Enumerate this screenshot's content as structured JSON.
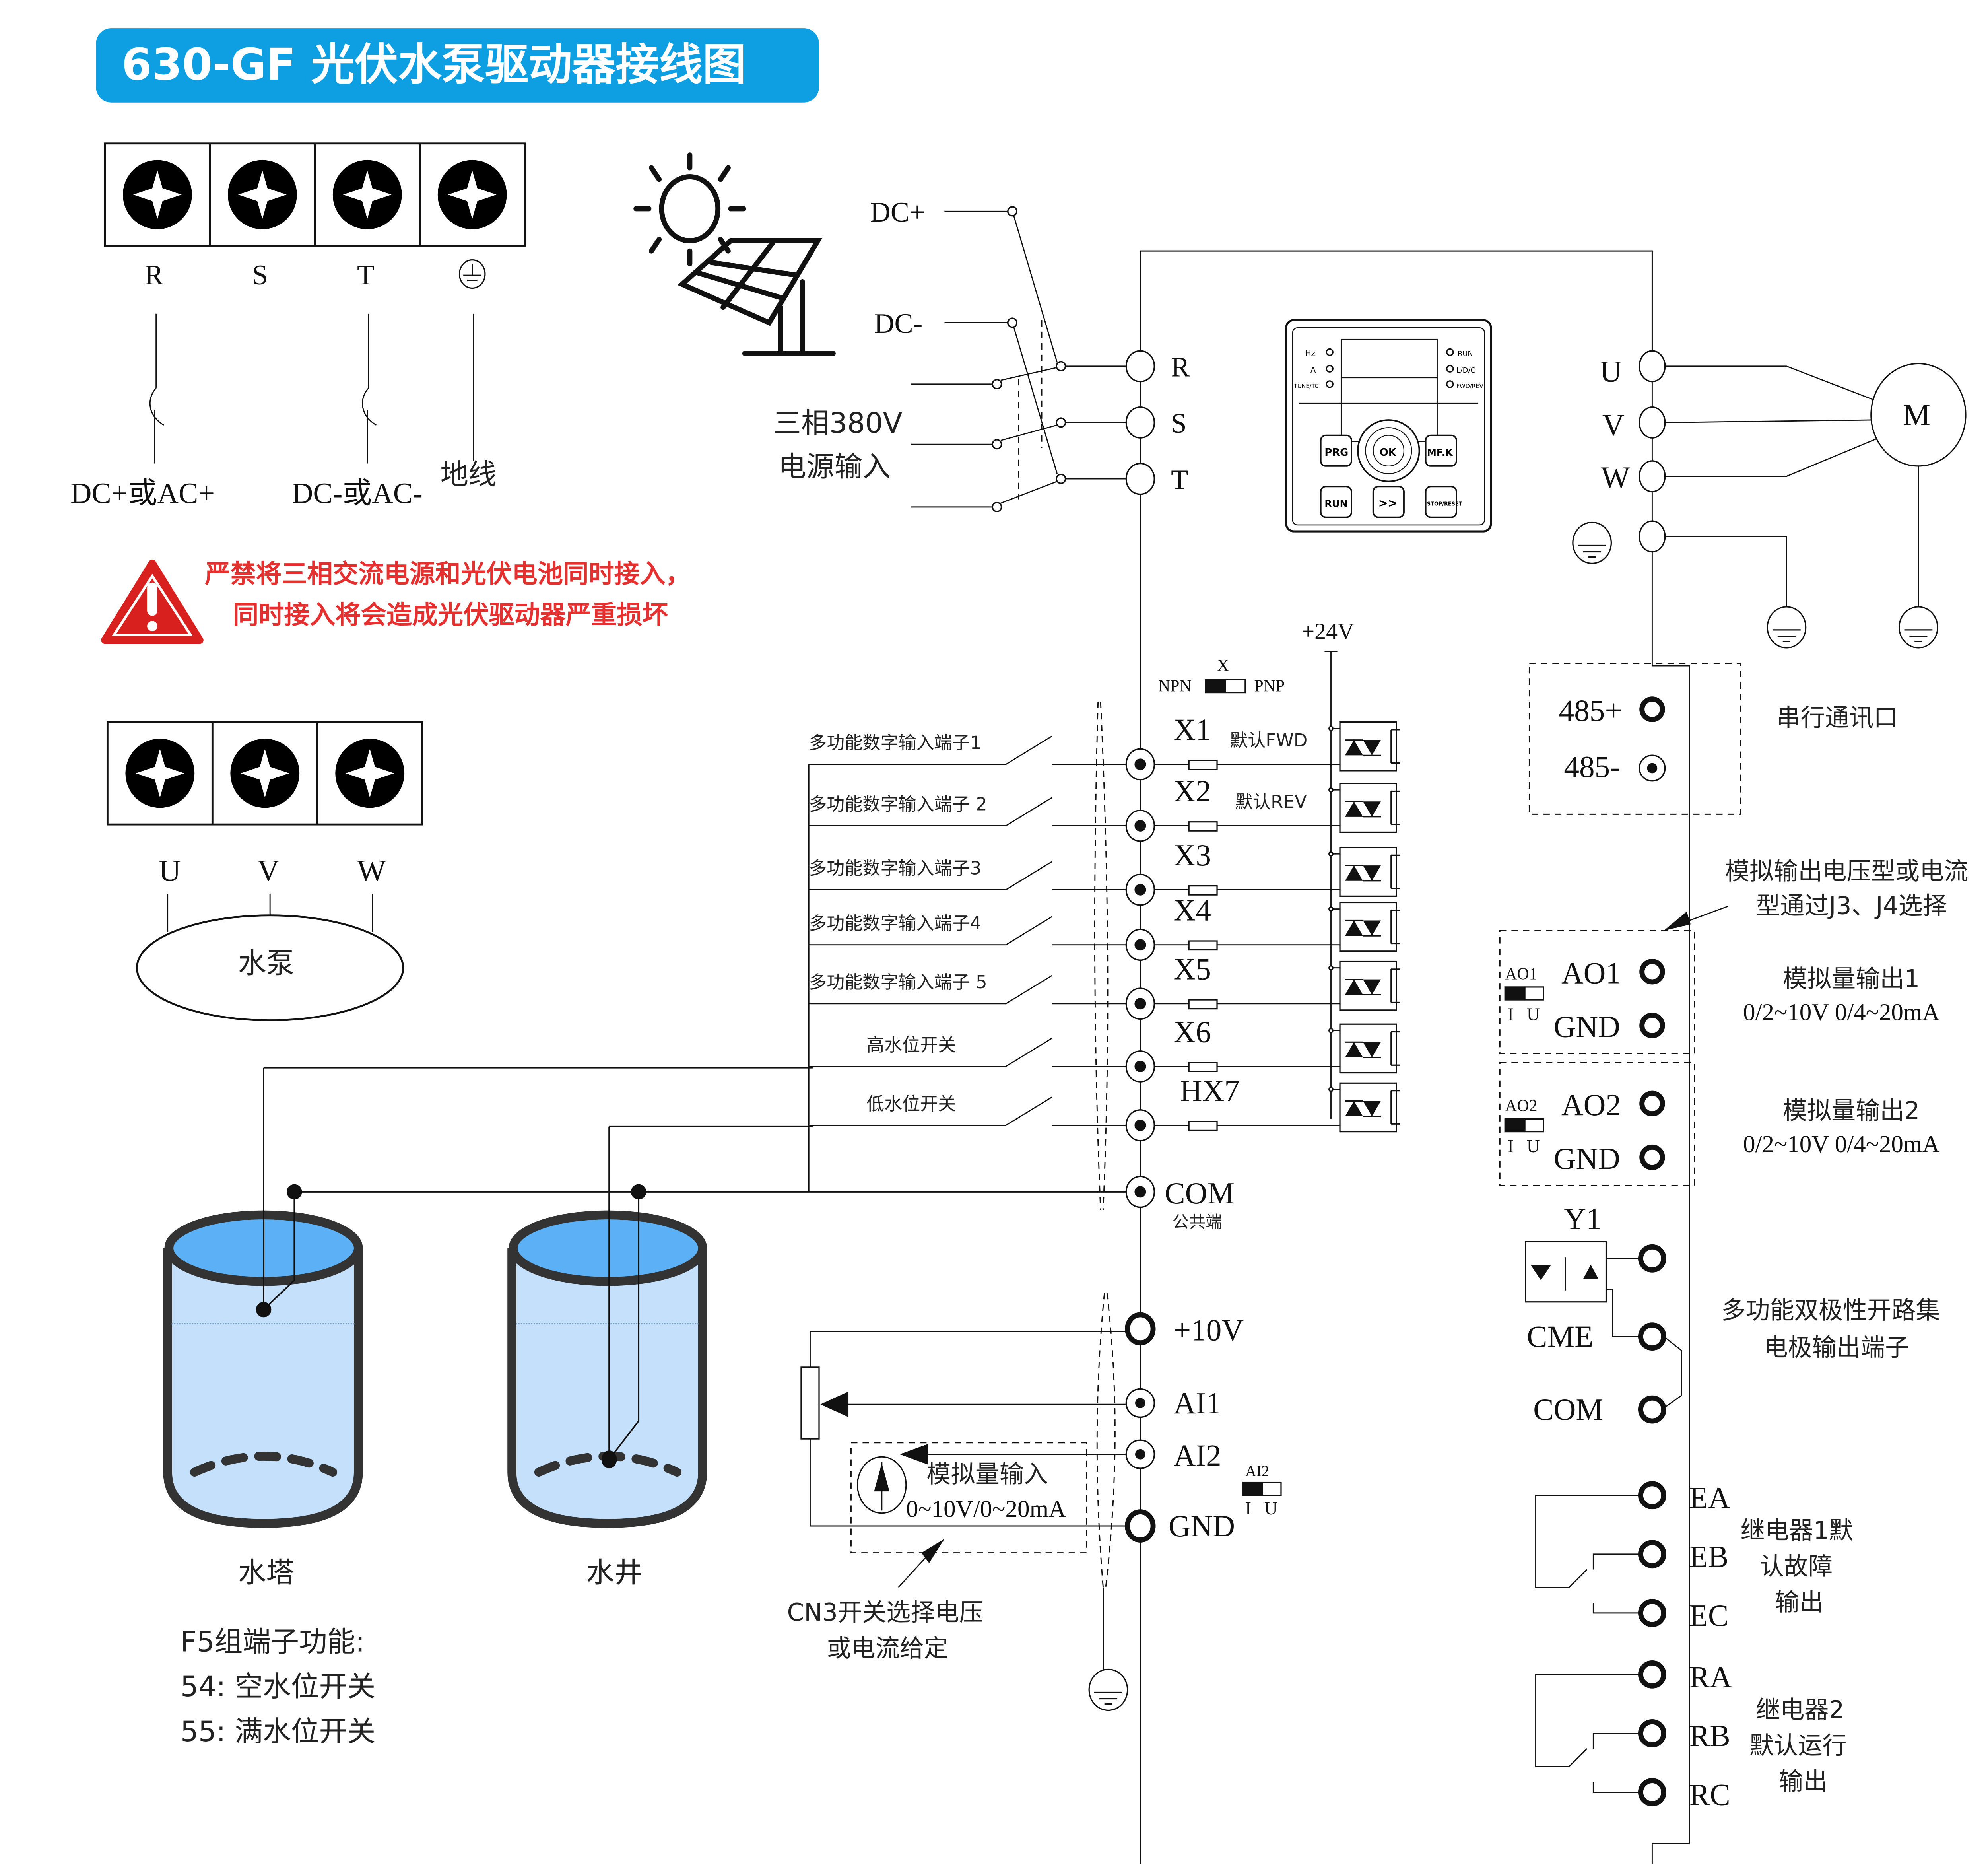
{
  "title": "630-GF 光伏水泵驱动器接线图",
  "colors": {
    "title_bg": "#0e9fe2",
    "warning_red": "#e53030",
    "water_light": "#c4e0fb",
    "water_top": "#5cb0f5",
    "tank_stroke": "#333333"
  },
  "input_terminal_block": {
    "labels": [
      "R",
      "S",
      "T",
      "ground"
    ],
    "wire_labels": {
      "r": "DC+或AC+",
      "t": "DC-或AC-",
      "ground": "地线"
    }
  },
  "warning": {
    "line1": "严禁将三相交流电源和光伏电池同时接入，",
    "line2": "同时接入将会造成光伏驱动器严重损坏"
  },
  "output_terminal_block": {
    "labels": [
      "U",
      "V",
      "W"
    ],
    "pump_label": "水泵"
  },
  "tanks": {
    "tower": "水塔",
    "well": "水井"
  },
  "f5_functions": {
    "heading": "F5组端子功能:",
    "items": [
      "54:  空水位开关",
      "55:  满水位开关"
    ]
  },
  "power_input": {
    "dc_plus": "DC+",
    "dc_minus": "DC-",
    "ac_label_1": "三相380V",
    "ac_label_2": "电源输入",
    "terminals": [
      "R",
      "S",
      "T"
    ]
  },
  "keypad": {
    "left_leds": [
      "Hz",
      "A",
      "TUNE/TC"
    ],
    "right_leds": [
      "RUN",
      "L/D/C",
      "FWD/REV"
    ],
    "buttons": [
      "PRG",
      "OK",
      "MF.K",
      "RUN",
      ">>",
      "STOP/RESET"
    ]
  },
  "motor": {
    "label": "M",
    "terminals": [
      "U",
      "V",
      "W"
    ]
  },
  "digital_inputs": {
    "supply": "+24V",
    "switch": {
      "title": "X",
      "left": "NPN",
      "right": "PNP"
    },
    "rows": [
      {
        "desc": "多功能数字输入端子1",
        "terminal": "X1",
        "default": "默认FWD"
      },
      {
        "desc": "多功能数字输入端子 2",
        "terminal": "X2",
        "default": "默认REV"
      },
      {
        "desc": "多功能数字输入端子3",
        "terminal": "X3",
        "default": ""
      },
      {
        "desc": "多功能数字输入端子4",
        "terminal": "X4",
        "default": ""
      },
      {
        "desc": "多功能数字输入端子 5",
        "terminal": "X5",
        "default": ""
      },
      {
        "desc": "高水位开关",
        "terminal": "X6",
        "default": ""
      },
      {
        "desc": "低水位开关",
        "terminal": "HX7",
        "default": ""
      }
    ],
    "com": "COM",
    "com_sub": "公共端"
  },
  "analog_inputs": {
    "terminals": [
      "+10V",
      "AI1",
      "AI2",
      "GND"
    ],
    "box_label_1": "模拟量输入",
    "box_label_2": "0~10V/0~20mA",
    "switch_title": "AI2",
    "switch_i": "I",
    "switch_u": "U",
    "note_1": "CN3开关选择电压",
    "note_2": "或电流给定"
  },
  "serial": {
    "plus": "485+",
    "minus": "485-",
    "label": "串行通讯口"
  },
  "analog_outputs": {
    "note_1": "模拟输出电压型或电流",
    "note_2": "型通过J3、J4选择",
    "channels": [
      {
        "switch": "AO1",
        "terminal": "AO1",
        "gnd": "GND",
        "desc": "模拟量输出1",
        "range": "0/2~10V  0/4~20mA"
      },
      {
        "switch": "AO2",
        "terminal": "AO2",
        "gnd": "GND",
        "desc": "模拟量输出2",
        "range": "0/2~10V  0/4~20mA"
      }
    ],
    "switch_i": "I",
    "switch_u": "U"
  },
  "open_collector": {
    "y1": "Y1",
    "cme": "CME",
    "com": "COM",
    "desc_1": "多功能双极性开路集",
    "desc_2": "电极输出端子"
  },
  "relays": [
    {
      "terminals": [
        "EA",
        "EB",
        "EC"
      ],
      "desc": [
        "继电器1默",
        "认故障",
        "输出"
      ]
    },
    {
      "terminals": [
        "RA",
        "RB",
        "RC"
      ],
      "desc": [
        "继电器2",
        "默认运行",
        "输出"
      ]
    }
  ]
}
